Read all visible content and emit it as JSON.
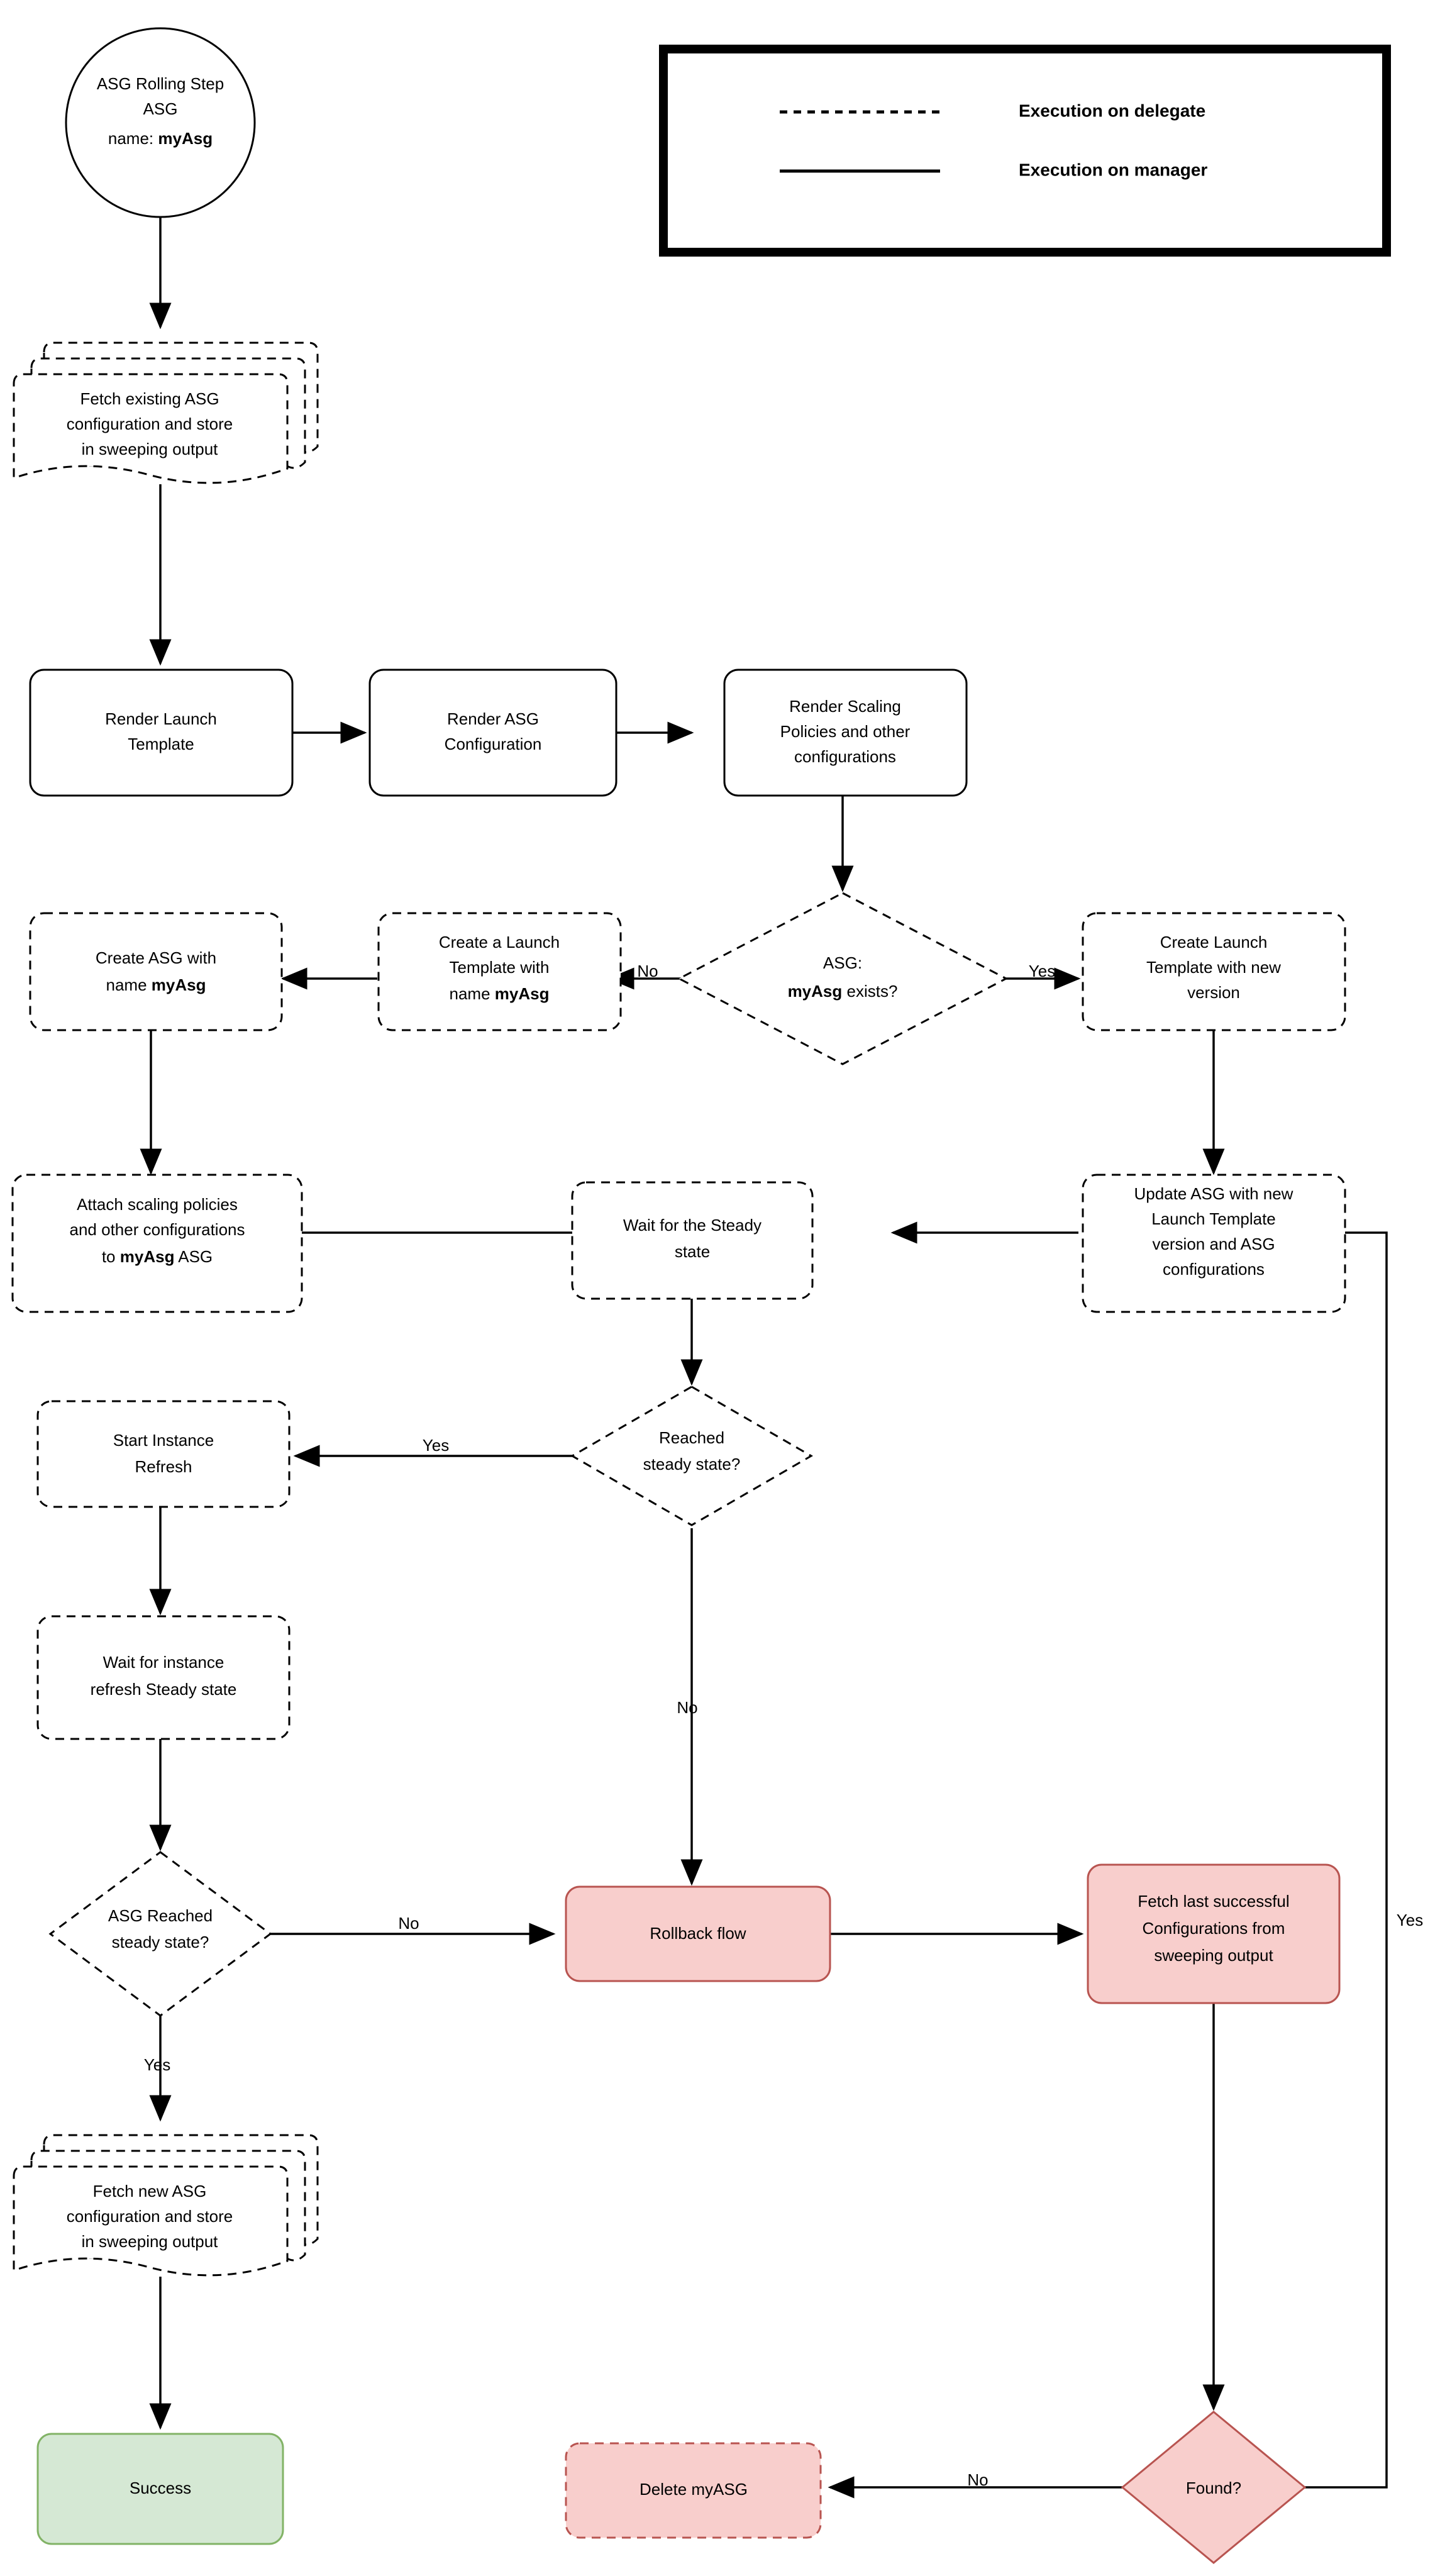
{
  "diagram": {
    "title": "ASG Rolling Step flowchart",
    "colors": {
      "red_fill": "#f8cecc",
      "red_stroke": "#b85450",
      "green_fill": "#d5e8d4",
      "green_stroke": "#82b366",
      "default_fill": "#ffffff",
      "default_stroke": "#000000"
    },
    "legend": {
      "items": [
        {
          "style": "dashed",
          "label": "Execution on delegate"
        },
        {
          "style": "solid",
          "label": "Execution on manager"
        }
      ]
    },
    "nodes": {
      "start": {
        "line1": "ASG Rolling Step",
        "line2": "ASG",
        "line3_prefix": "name: ",
        "line3_bold": "myAsg"
      },
      "fetch_existing": {
        "line1": "Fetch existing ASG",
        "line2": "configuration and store",
        "line3": "in sweeping output"
      },
      "render_launch_template": {
        "line1": "Render Launch",
        "line2": "Template"
      },
      "render_asg_config": {
        "line1": "Render ASG",
        "line2": "Configuration"
      },
      "render_scaling_policies": {
        "line1": "Render Scaling",
        "line2": "Policies and other",
        "line3": "configurations"
      },
      "asg_exists": {
        "line1": "ASG:",
        "line2_bold": "myAsg",
        "line2_rest": " exists?"
      },
      "create_lt_new_version": {
        "line1": "Create Launch",
        "line2": "Template with new",
        "line3": "version"
      },
      "create_lt_myasg": {
        "line1": "Create a Launch",
        "line2": "Template with",
        "line3_prefix": "name ",
        "line3_bold": "myAsg"
      },
      "create_asg_myasg": {
        "line1": "Create ASG with",
        "line2_prefix": "name ",
        "line2_bold": "myAsg"
      },
      "attach_scaling": {
        "line1": "Attach scaling policies",
        "line2": "and other configurations",
        "line3_prefix": "to ",
        "line3_bold": "myAsg",
        "line3_suffix": " ASG"
      },
      "wait_steady": {
        "line1": "Wait for the Steady",
        "line2": "state"
      },
      "update_asg": {
        "line1": "Update ASG with new",
        "line2": "Launch Template",
        "line3": "version and ASG",
        "line4": "configurations"
      },
      "reached_steady": {
        "line1": "Reached",
        "line2": "steady state?"
      },
      "start_instance_refresh": {
        "line1": "Start Instance",
        "line2": "Refresh"
      },
      "wait_instance_refresh": {
        "line1": "Wait for instance",
        "line2": "refresh Steady state"
      },
      "asg_reached_steady": {
        "line1": "ASG Reached",
        "line2": "steady state?"
      },
      "rollback_flow": {
        "line1": "Rollback flow"
      },
      "fetch_last_successful": {
        "line1": "Fetch last successful",
        "line2": "Configurations from",
        "line3": "sweeping output"
      },
      "fetch_new_asg": {
        "line1": "Fetch new ASG",
        "line2": "configuration and store",
        "line3": "in sweeping output"
      },
      "success": {
        "line1": "Success"
      },
      "delete_myasg": {
        "line1": "Delete myASG"
      },
      "found": {
        "line1": "Found?"
      }
    },
    "edge_labels": {
      "asg_exists_no": "No",
      "asg_exists_yes": "Yes",
      "reached_steady_yes": "Yes",
      "reached_steady_no": "No",
      "asg_reached_no": "No",
      "asg_reached_yes": "Yes",
      "found_no": "No",
      "found_yes": "Yes"
    }
  }
}
